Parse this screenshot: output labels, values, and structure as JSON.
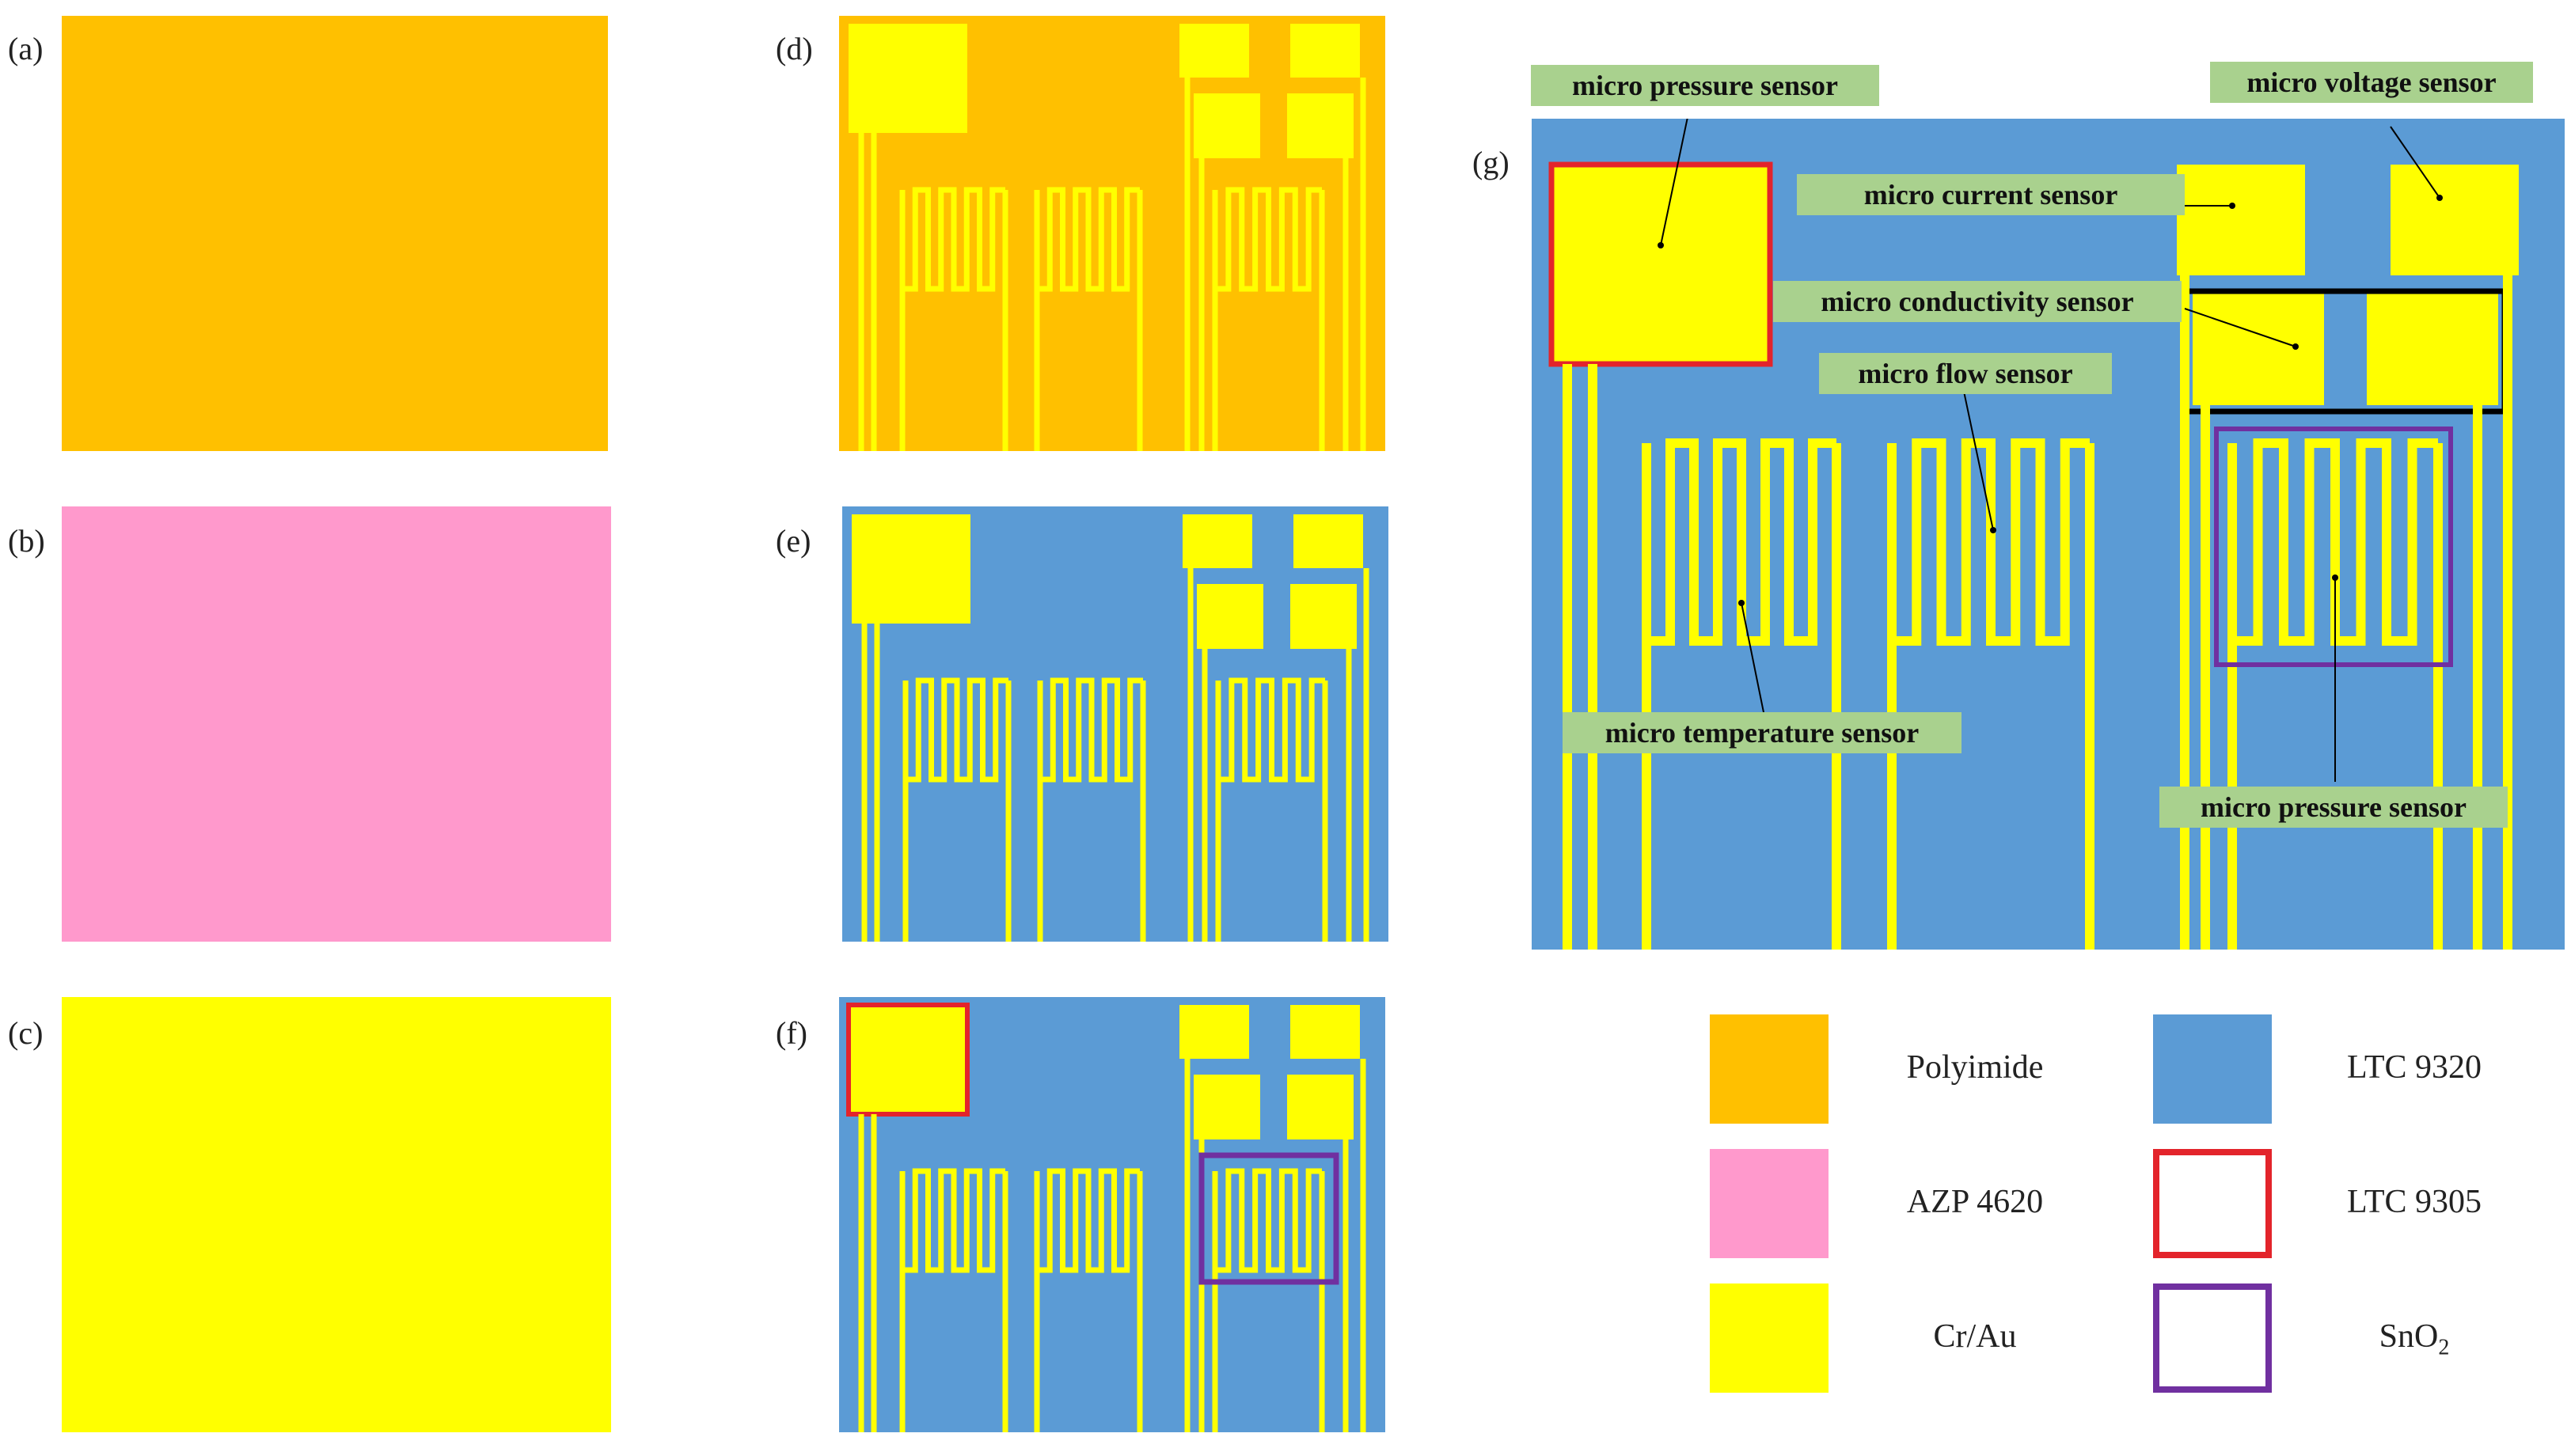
{
  "panel_labels": [
    "(a)",
    "(b)",
    "(c)",
    "(d)",
    "(e)",
    "(f)",
    "(g)"
  ],
  "colors": {
    "polyimide": "#FFC000",
    "azp": "#FF99CC",
    "crau": "#FFFF00",
    "ltc9320": "#5B9BD5",
    "ltc9305": "#E3242B",
    "sno2": "#7030A0",
    "callout_bg": "#A9D18E",
    "black": "#000000"
  },
  "callouts": {
    "pressure_top": "micro pressure sensor",
    "voltage": "micro voltage sensor",
    "current": "micro current sensor",
    "conductivity": "micro conductivity sensor",
    "flow": "micro flow sensor",
    "temperature": "micro temperature sensor",
    "pressure_bottom": "micro pressure sensor"
  },
  "legend": {
    "polyimide": "Polyimide",
    "azp": "AZP 4620",
    "crau": "Cr/Au",
    "ltc9320": "LTC 9320",
    "ltc9305": "LTC 9305",
    "sno2_main": "SnO",
    "sno2_sub": "2"
  }
}
